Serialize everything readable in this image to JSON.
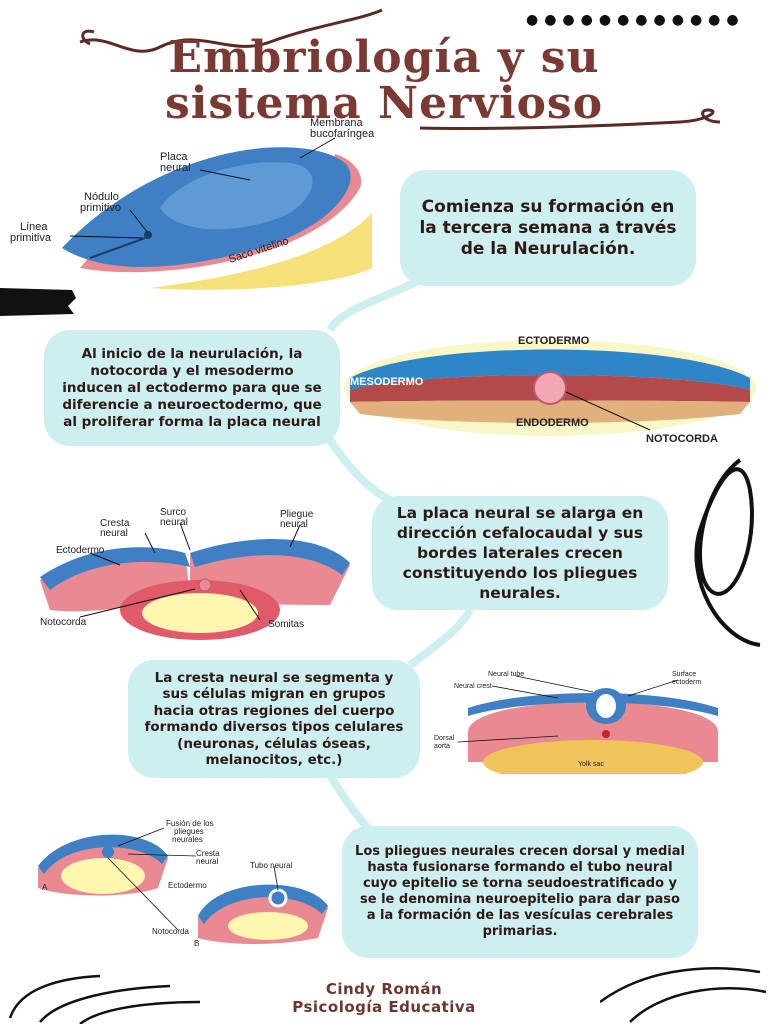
{
  "title": {
    "line1": "Embriología y su",
    "line2": "sistema Nervioso"
  },
  "bubbles": {
    "b1": "Comienza su formación en la tercera semana a través de la Neurulación.",
    "b2": "Al inicio de la neurulación, la notocorda y el mesodermo inducen al ectodermo para que se diferencie a neuroectodermo, que al proliferar forma la placa neural",
    "b3": "La placa neural se alarga en dirección cefalocaudal y sus bordes laterales crecen constituyendo los pliegues neurales.",
    "b4": "La cresta neural se segmenta y sus células migran en grupos hacia otras regiones del cuerpo formando diversos tipos celulares (neuronas, células óseas, melanocitos, etc.)",
    "b5": "Los pliegues neurales crecen dorsal y medial hasta fusionarse formando el tubo neural cuyo epitelio se torna seudoestratificado y se le denomina neuroepitelio para dar paso a la formación de las vesículas cerebrales primarias."
  },
  "fig1": {
    "membrana": "Membrana",
    "bucofaringea": "bucofaríngea",
    "placa": "Placa",
    "neural": "neural",
    "nodulo": "Nódulo",
    "primitivo": "primitivo",
    "linea": "Línea",
    "primitiva": "primitiva",
    "saco": "Saco vitelino"
  },
  "fig2": {
    "ectodermo": "ECTODERMO",
    "mesodermo": "MESODERMO",
    "endodermo": "ENDODERMO",
    "notocorda": "NOTOCORDA"
  },
  "fig3": {
    "surco": "Surco",
    "neural": "neural",
    "cresta": "Cresta",
    "neural2": "neural",
    "pliegue": "Pliegue",
    "neural3": "neural",
    "ectodermo": "Ectodermo",
    "notocorda": "Notocorda",
    "somitas": "Somitas"
  },
  "fig4": {
    "neuraltube": "Neural tube",
    "neuralcrest": "Neural crest",
    "surface": "Surface",
    "ectoderm": "ectoderm",
    "dorsal": "Dorsal",
    "aorta": "aorta",
    "yolk": "Yolk sac"
  },
  "fig5": {
    "fusion": "Fusión de los",
    "pliegues": "pliegues",
    "neurales": "neurales",
    "cresta": "Cresta",
    "neural": "neural",
    "tubo": "Tubo neural",
    "ectodermo": "Ectodermo",
    "notocorda": "Notocorda",
    "a": "A",
    "b": "B"
  },
  "footer": {
    "name": "Cindy Román",
    "course": "Psicología Educativa"
  },
  "colors": {
    "title": "#7a3a33",
    "bubble": "#cdeff0",
    "blue": "#3f7fc4",
    "pink": "#e98a92",
    "yellow": "#f6e07a"
  }
}
